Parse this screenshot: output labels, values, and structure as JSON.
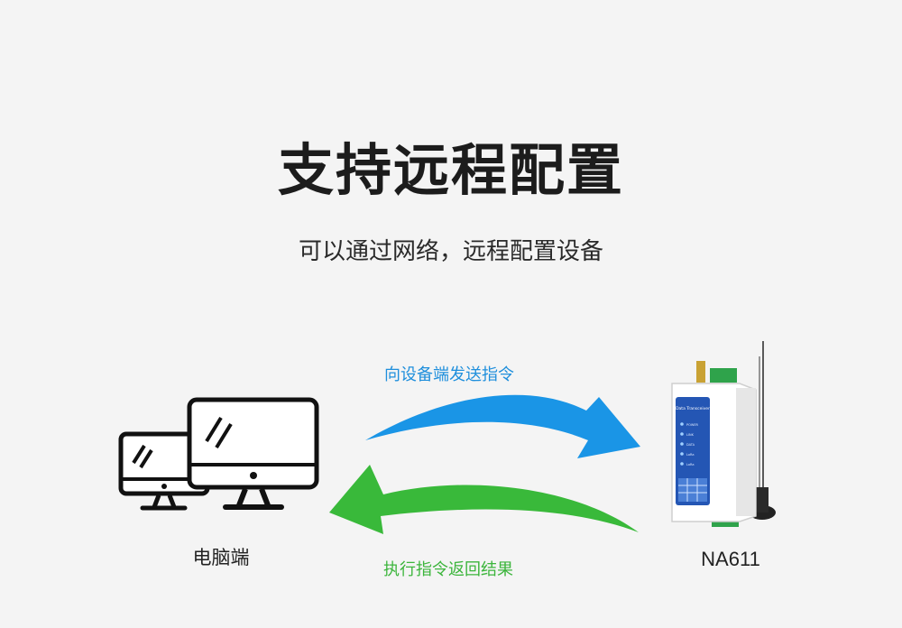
{
  "header": {
    "title": "支持远程配置",
    "subtitle": "可以通过网络，远程配置设备"
  },
  "flow": {
    "send_label": "向设备端发送指令",
    "return_label": "执行指令返回结果",
    "send_color": "#1f8fdc",
    "return_color": "#3cb53c"
  },
  "computer": {
    "label": "电脑端",
    "icon": "dual-monitor-icon"
  },
  "device": {
    "label": "NA611",
    "panel_title": "Data Transceiver",
    "indicators": [
      "POWER",
      "LINK",
      "DATA",
      "LoRa",
      "LoRa"
    ]
  }
}
